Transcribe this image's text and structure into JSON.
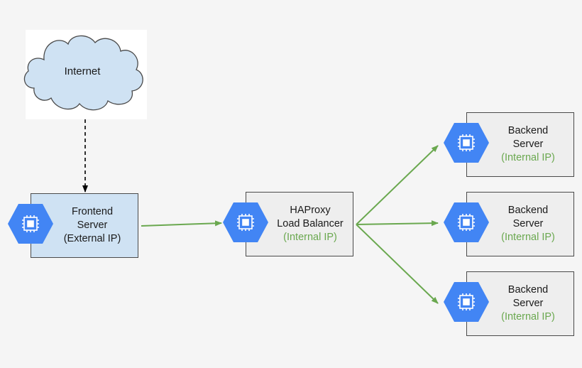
{
  "internet": {
    "label": "Internet"
  },
  "frontend": {
    "line1": "Frontend",
    "line2": "Server",
    "line3": "(External IP)"
  },
  "haproxy": {
    "line1": "HAProxy",
    "line2": "Load Balancer",
    "line3": "(Internal IP)"
  },
  "backends": [
    {
      "line1": "Backend",
      "line2": "Server",
      "line3": "(Internal IP)"
    },
    {
      "line1": "Backend",
      "line2": "Server",
      "line3": "(Internal IP)"
    },
    {
      "line1": "Backend",
      "line2": "Server",
      "line3": "(Internal IP)"
    }
  ],
  "colors": {
    "hex_icon": "#4285f4",
    "connector_green": "#6aa84f",
    "frontend_fill": "#cfe2f3",
    "node_fill": "#eeeeee",
    "cloud_fill": "#cfe2f3",
    "internal_ip_text": "#6aa84f"
  },
  "icons": {
    "node_icon": "compute-engine-chip-icon"
  }
}
